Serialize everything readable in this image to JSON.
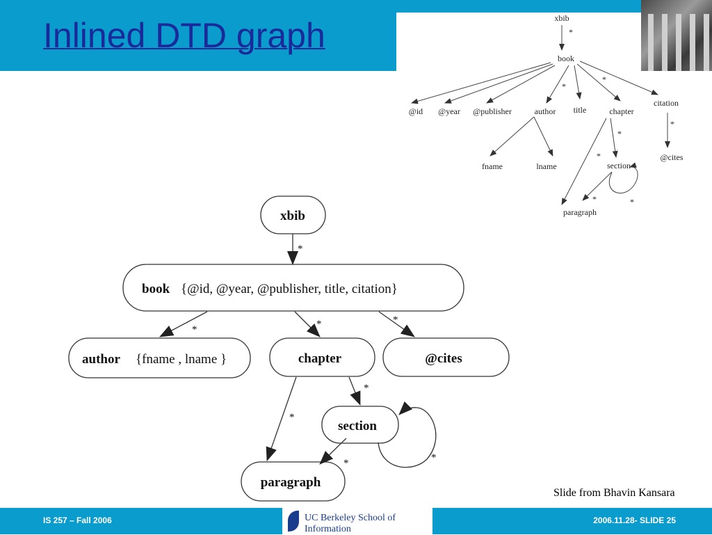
{
  "slide": {
    "title": "Inlined DTD graph",
    "credit": "Slide from Bhavin Kansara"
  },
  "footer": {
    "left": "IS 257 – Fall 2006",
    "logo_text": "UC Berkeley School of Information",
    "right": "2006.11.28- SLIDE 25"
  },
  "small_graph": {
    "xbib": "xbib",
    "book": "book",
    "id": "@id",
    "year": "@year",
    "publisher": "@publisher",
    "author": "author",
    "title": "title",
    "chapter": "chapter",
    "citation": "citation",
    "fname": "fname",
    "lname": "lname",
    "section": "section",
    "cites": "@cites",
    "paragraph": "paragraph",
    "star": "*"
  },
  "big_graph": {
    "xbib": "xbib",
    "book_name": "book",
    "book_attrs": "{@id, @year, @publisher, title, citation}",
    "author_name": "author",
    "author_attrs": "{fname , lname }",
    "chapter": "chapter",
    "cites": "@cites",
    "section": "section",
    "paragraph": "paragraph",
    "star": "*"
  }
}
